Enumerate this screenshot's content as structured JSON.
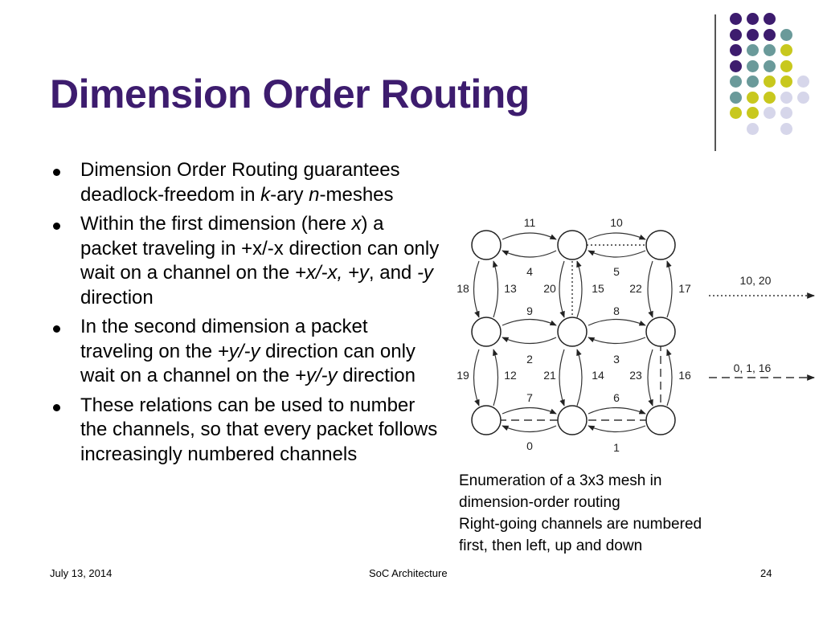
{
  "slide": {
    "title": "Dimension Order Routing",
    "bullets": [
      {
        "segments": [
          {
            "t": "Dimension Order Routing guarantees deadlock-freedom in "
          },
          {
            "t": "k",
            "i": true
          },
          {
            "t": "-ary "
          },
          {
            "t": "n",
            "i": true
          },
          {
            "t": "-meshes"
          }
        ]
      },
      {
        "segments": [
          {
            "t": "Within the first dimension (here "
          },
          {
            "t": "x",
            "i": true
          },
          {
            "t": ") a packet traveling in +x/-x direction can only wait on a channel on the "
          },
          {
            "t": "+x/-x, +y",
            "i": true
          },
          {
            "t": ", and "
          },
          {
            "t": "-y",
            "i": true
          },
          {
            "t": " direction"
          }
        ]
      },
      {
        "segments": [
          {
            "t": "In the second dimension a packet traveling on the "
          },
          {
            "t": "+y/-y",
            "i": true
          },
          {
            "t": " direction can only wait on a channel on the "
          },
          {
            "t": "+y/-y",
            "i": true
          },
          {
            "t": " direction"
          }
        ]
      },
      {
        "segments": [
          {
            "t": "These relations can be used to number the channels, so that every packet follows increasingly numbered channels"
          }
        ]
      }
    ],
    "caption_lines": [
      "Enumeration of a 3x3 mesh in",
      "dimension-order routing",
      "Right-going channels are numbered",
      "first, then left, up and down"
    ]
  },
  "figure": {
    "channel_labels": [
      "11",
      "10",
      "4",
      "5",
      "18",
      "13",
      "20",
      "15",
      "22",
      "17",
      "9",
      "8",
      "2",
      "3",
      "19",
      "12",
      "21",
      "14",
      "23",
      "16",
      "7",
      "6",
      "0",
      "1"
    ],
    "legend": [
      "10, 20",
      "0, 1, 16"
    ]
  },
  "footer": {
    "date": "July 13, 2014",
    "course": "SoC Architecture",
    "page": "24"
  },
  "theme": {
    "title_color": "#3d1c6e",
    "dot_colors": [
      "#3d1c6e",
      "#6a9a9a",
      "#c8c81e",
      "#d6d6ea"
    ]
  }
}
